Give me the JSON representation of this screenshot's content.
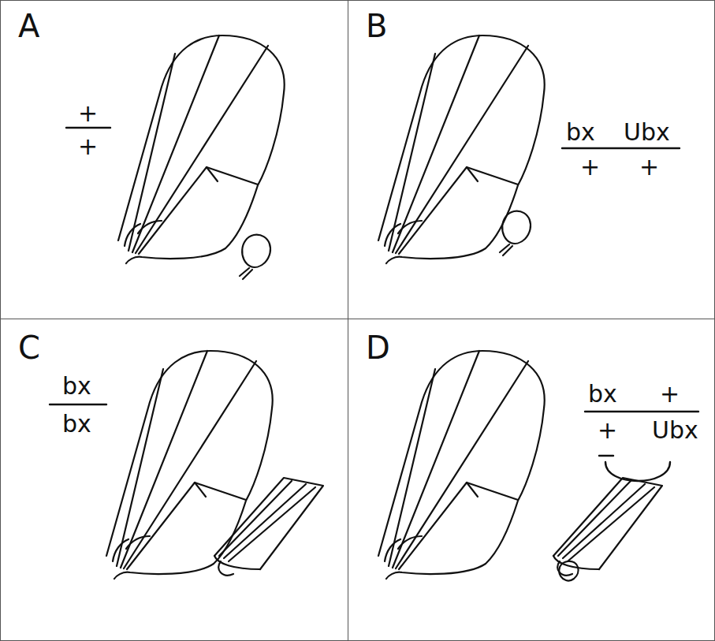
{
  "diagram": {
    "nodes": [
      {
        "text": [
          "A",
          "+",
          "+"
        ]
      },
      {
        "text": [
          "B",
          "bx",
          "Ubx",
          "+",
          "+"
        ]
      },
      {
        "text": [
          "C",
          "bx",
          "bx"
        ]
      },
      {
        "text": [
          "D",
          "bx",
          "+",
          "+",
          "Ubx"
        ]
      }
    ]
  }
}
